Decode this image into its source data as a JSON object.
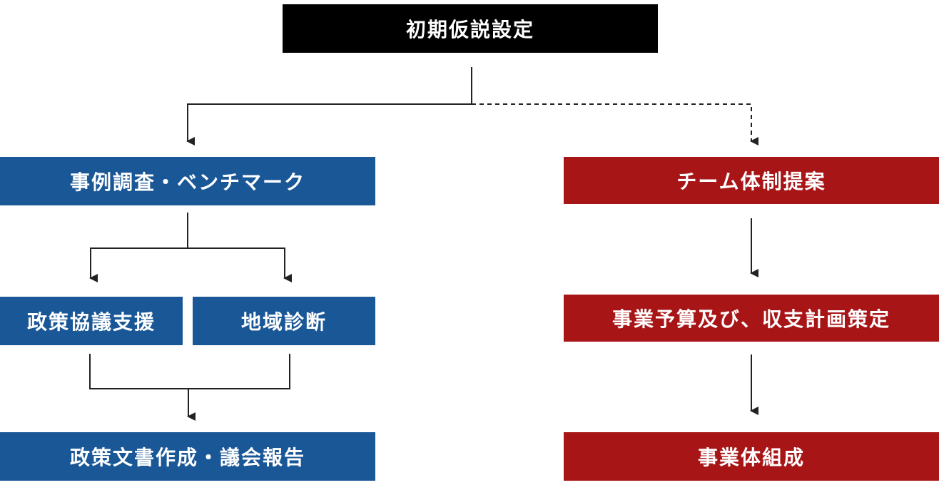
{
  "colors": {
    "start": "#000000",
    "left_branch": "#1a5797",
    "right_branch": "#a81517",
    "connector": "#222222"
  },
  "nodes": {
    "initial_hypothesis": "初期仮説設定",
    "case_study_benchmark": "事例調査・ベンチマーク",
    "policy_consultation_support": "政策協議支援",
    "regional_diagnosis": "地域診断",
    "policy_document_council_report": "政策文書作成・議会報告",
    "team_structure_proposal": "チーム体制提案",
    "budget_and_revenue_plan": "事業予算及び、収支計画策定",
    "business_organization": "事業体組成"
  },
  "edges": [
    {
      "from": "initial_hypothesis",
      "to": "case_study_benchmark",
      "style": "solid"
    },
    {
      "from": "initial_hypothesis",
      "to": "team_structure_proposal",
      "style": "dashed"
    },
    {
      "from": "case_study_benchmark",
      "to": "policy_consultation_support",
      "style": "solid"
    },
    {
      "from": "case_study_benchmark",
      "to": "regional_diagnosis",
      "style": "solid"
    },
    {
      "from": "policy_consultation_support",
      "to": "policy_document_council_report",
      "style": "solid"
    },
    {
      "from": "regional_diagnosis",
      "to": "policy_document_council_report",
      "style": "solid"
    },
    {
      "from": "team_structure_proposal",
      "to": "budget_and_revenue_plan",
      "style": "solid"
    },
    {
      "from": "budget_and_revenue_plan",
      "to": "business_organization",
      "style": "solid"
    }
  ]
}
